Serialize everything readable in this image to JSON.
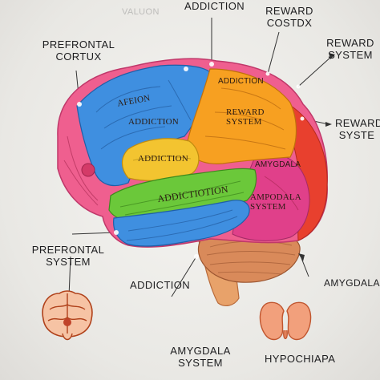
{
  "colors": {
    "prefrontal_pink": "#ef5f8f",
    "blue_region": "#3f8fe0",
    "orange_region": "#f7a021",
    "yellow_region": "#f3c430",
    "green_region": "#6bc83a",
    "magenta_region": "#e0408a",
    "red_region": "#e8402e",
    "cerebellum": "#d98a5a",
    "brainstem": "#e8a26a"
  },
  "labels": {
    "top_ghost": "VALUON",
    "top_center": "ADDICTION",
    "top_right": {
      "line1": "REWARD",
      "line2": "COSTDX"
    },
    "left_top": {
      "line1": "PREFRONTAL",
      "line2": "CORTUX"
    },
    "right_top": {
      "line1": "REWARD",
      "line2": "SYSTEM"
    },
    "right_mid": {
      "line1": "REWARD",
      "line2": "SYSTE"
    },
    "left_bottom": {
      "line1": "PREFRONTAL",
      "line2": "SYSTEM"
    },
    "right_bottom": "AMYGDALA",
    "bottom_center": "ADDICTION",
    "bottom_amygdala": {
      "line1": "AMYGDALA",
      "line2": "SYSTEM"
    },
    "bottom_right": "HYPOCHIAPA"
  },
  "regions": {
    "afeion": "AFEION",
    "addiction_blue": "ADDICTION",
    "addiction_yellow": "ADDICTION",
    "addiction_green": "ADDICTIOTION",
    "adiction_orange": "ADDICTION",
    "reward_system": {
      "line1": "REWARD",
      "line2": "SYSTEM"
    },
    "amygdala": "AMYGDALA",
    "ampodala": {
      "line1": "AMPODALA",
      "line2": "SYSTEM"
    }
  }
}
